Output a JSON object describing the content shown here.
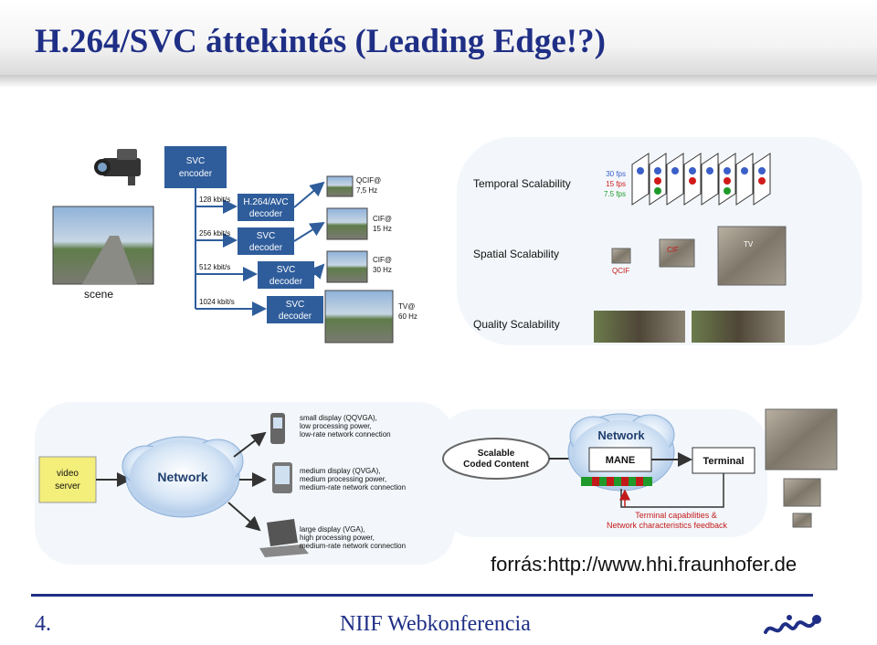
{
  "title": "H.264/SVC áttekintés (Leading Edge!?)",
  "top": {
    "encoder_label": [
      "SVC",
      "encoder"
    ],
    "scene_label": "scene",
    "rates": [
      "128 kbit/s",
      "256 kbit/s",
      "512 kbit/s",
      "1024 kbit/s"
    ],
    "decoders": [
      [
        "H.264/AVC",
        "decoder"
      ],
      [
        "SVC",
        "decoder"
      ],
      [
        "SVC",
        "decoder"
      ],
      [
        "SVC",
        "decoder"
      ]
    ],
    "outputs": [
      [
        "QCIF@",
        "7,5 Hz"
      ],
      [
        "CIF@",
        "15 Hz"
      ],
      [
        "CIF@",
        "30 Hz"
      ],
      [
        "TV@",
        "60 Hz"
      ]
    ],
    "scalability": {
      "temporal": "Temporal Scalability",
      "spatial": "Spatial Scalability",
      "quality": "Quality Scalability",
      "fps": [
        "30 fps",
        "15 fps",
        "7.5 fps"
      ],
      "fps_colors": [
        "#3a5fc8",
        "#d11a1a",
        "#1f9a2a"
      ],
      "spatial_labels": [
        "QCIF",
        "CIF",
        "TV"
      ]
    }
  },
  "bottom": {
    "server_label": [
      "video",
      "server"
    ],
    "network_label": "Network",
    "devices": [
      [
        "small display (QQVGA),",
        "low processing power,",
        "low-rate network connection"
      ],
      [
        "medium display (QVGA),",
        "medium processing power,",
        "medium-rate network connection"
      ],
      [
        "large display (VGA),",
        "high processing power,",
        "medium-rate network connection"
      ]
    ],
    "scalable_content": [
      "Scalable",
      "Coded Content"
    ],
    "network_right": "Network",
    "mane": "MANE",
    "terminal": "Terminal",
    "feedback": [
      "Terminal capabilities &",
      "Network characteristics feedback"
    ]
  },
  "source": "forrás:http://www.hhi.fraunhofer.de",
  "footer": {
    "page_number": "4.",
    "event": "NIIF Webkonferencia"
  },
  "colors": {
    "title": "#1f2f86",
    "box_blue": "#2f5d9b",
    "server_yellow": "#f4ee7a",
    "feedback_red": "#c21a1a"
  }
}
